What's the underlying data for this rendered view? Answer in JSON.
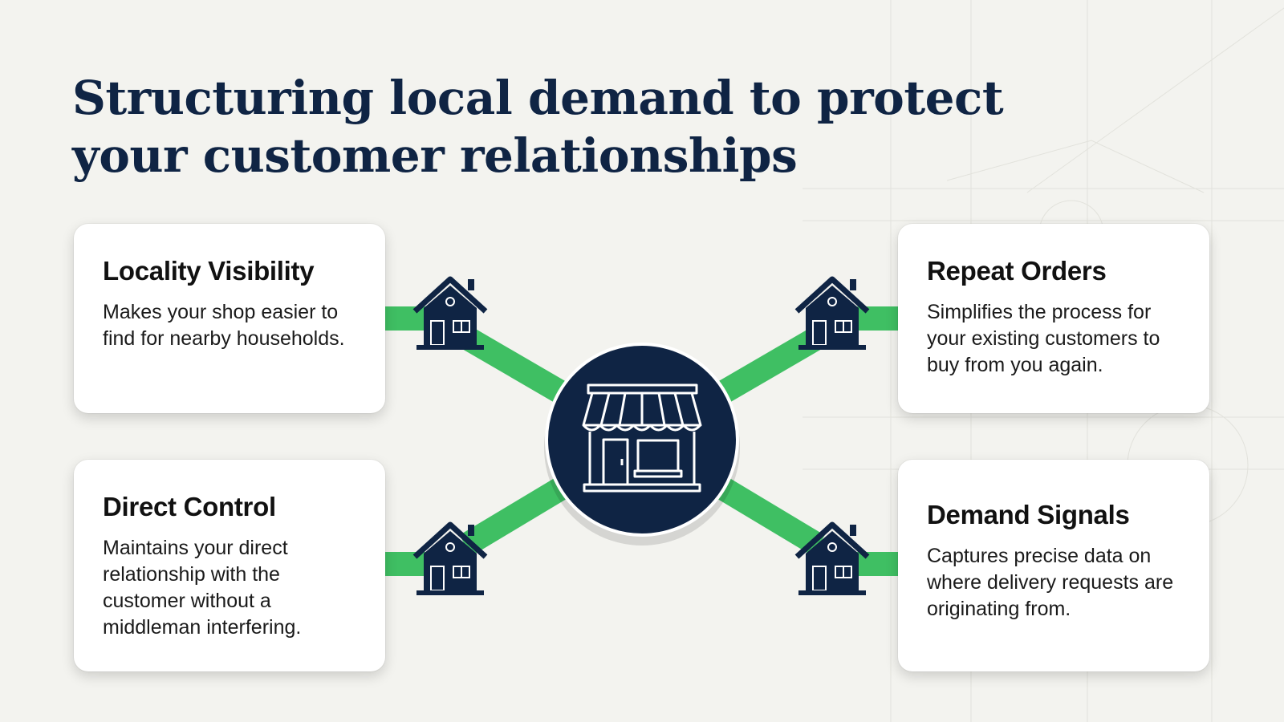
{
  "title": "Structuring local demand to protect your customer relationships",
  "center": {
    "icon": "storefront-icon"
  },
  "cards": [
    {
      "title": "Locality Visibility",
      "text": "Makes your shop easier to find for nearby households.",
      "icon": "house-icon"
    },
    {
      "title": "Repeat Orders",
      "text": "Simplifies the process for your existing customers to buy from you again.",
      "icon": "house-icon"
    },
    {
      "title": "Direct Control",
      "text": "Maintains your direct relationship with the customer without a middleman interfering.",
      "icon": "house-icon"
    },
    {
      "title": "Demand Signals",
      "text": "Captures precise data on where delivery requests are originating from.",
      "icon": "house-icon"
    }
  ],
  "colors": {
    "navy": "#0f2444",
    "green": "#3fbf63",
    "background": "#f3f3ef"
  }
}
